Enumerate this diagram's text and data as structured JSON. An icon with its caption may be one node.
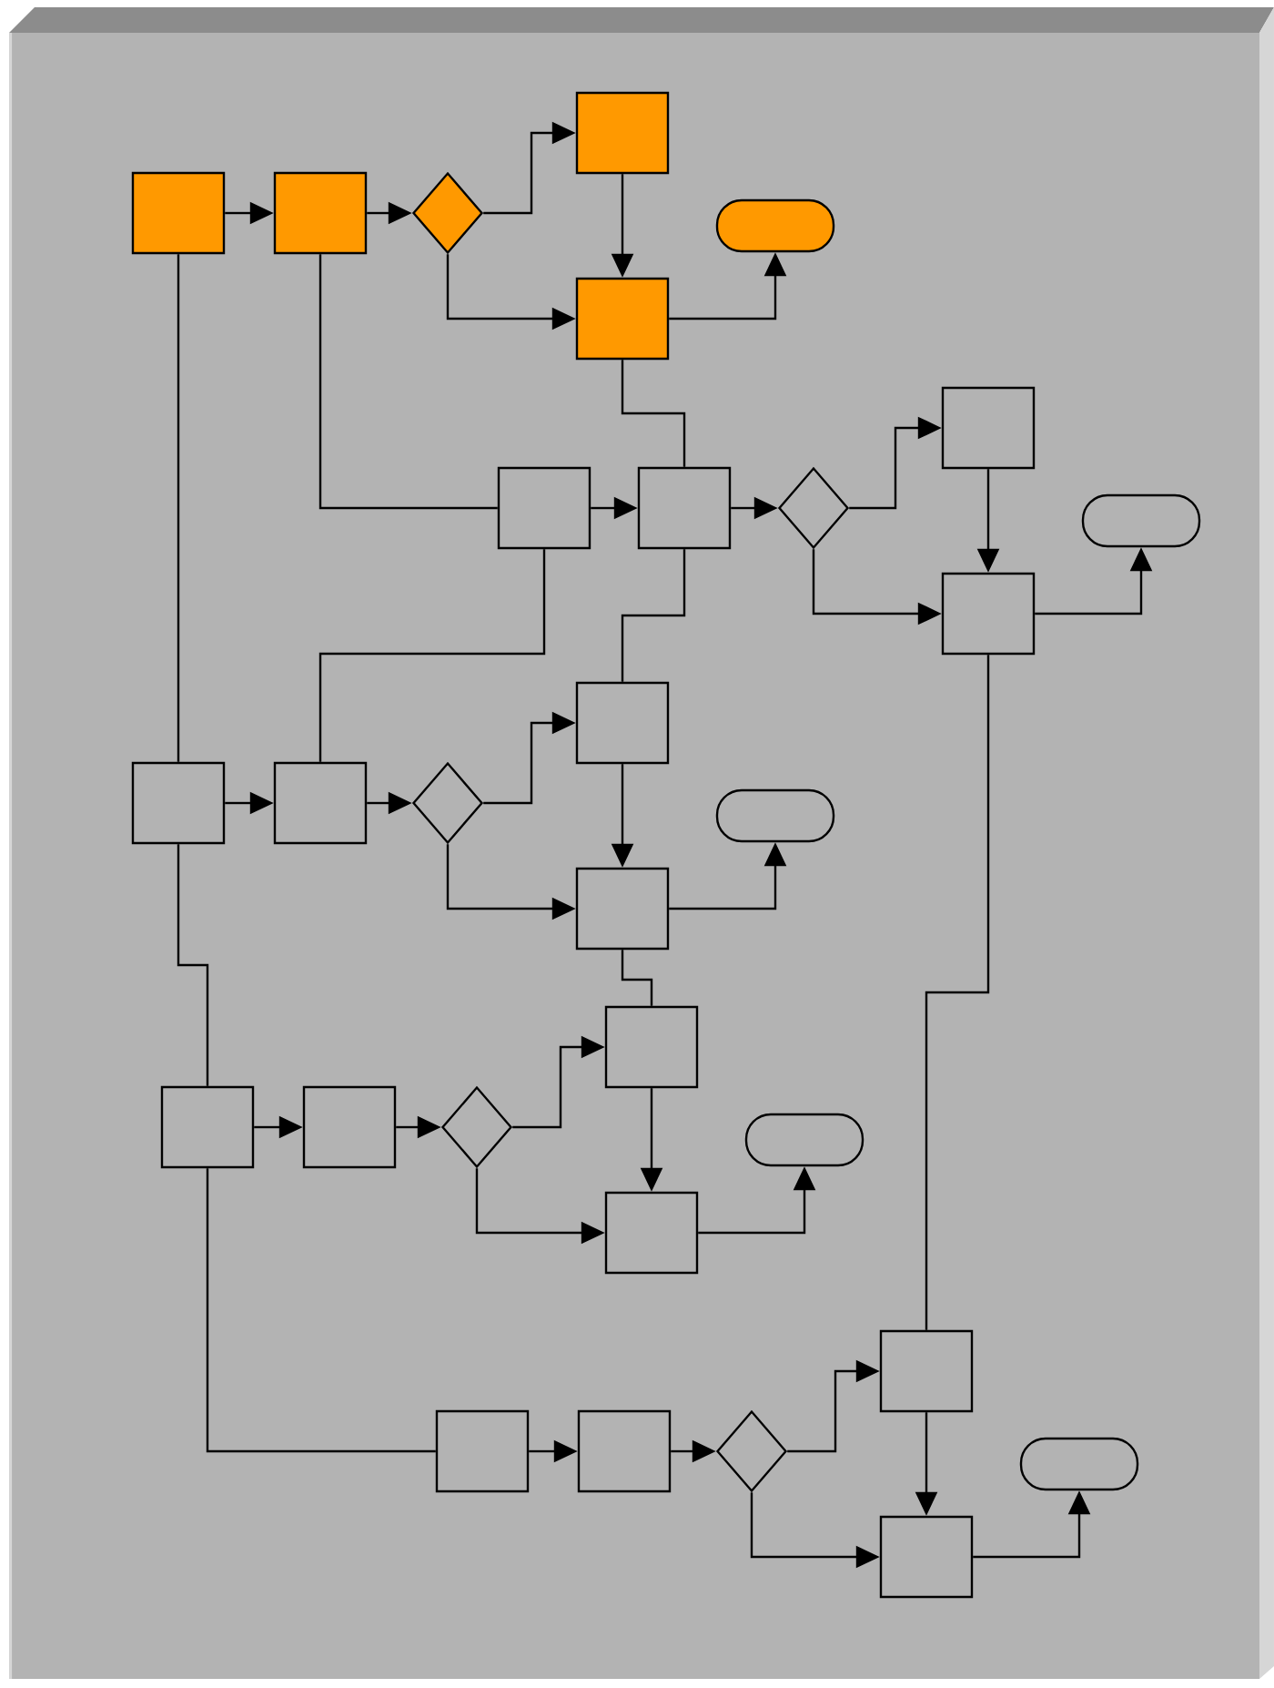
{
  "diagram": {
    "nodes": [
      {
        "text": [],
        "shape": "box"
      },
      {
        "text": [],
        "shape": "box"
      },
      {
        "text": [],
        "shape": "diamond"
      },
      {
        "text": [],
        "shape": "box"
      },
      {
        "text": [],
        "shape": "box"
      },
      {
        "text": [],
        "shape": "pill"
      },
      {
        "text": [],
        "shape": "box"
      },
      {
        "text": [],
        "shape": "box"
      },
      {
        "text": [],
        "shape": "diamond"
      },
      {
        "text": [],
        "shape": "box"
      },
      {
        "text": [],
        "shape": "box"
      },
      {
        "text": [],
        "shape": "pill"
      },
      {
        "text": [],
        "shape": "box"
      },
      {
        "text": [],
        "shape": "box"
      },
      {
        "text": [],
        "shape": "diamond"
      },
      {
        "text": [],
        "shape": "box"
      },
      {
        "text": [],
        "shape": "box"
      },
      {
        "text": [],
        "shape": "pill"
      },
      {
        "text": [],
        "shape": "box"
      },
      {
        "text": [],
        "shape": "box"
      },
      {
        "text": [],
        "shape": "diamond"
      },
      {
        "text": [],
        "shape": "box"
      },
      {
        "text": [],
        "shape": "box"
      },
      {
        "text": [],
        "shape": "pill"
      },
      {
        "text": [],
        "shape": "box"
      },
      {
        "text": [],
        "shape": "box"
      },
      {
        "text": [],
        "shape": "diamond"
      },
      {
        "text": [],
        "shape": "box"
      },
      {
        "text": [],
        "shape": "box"
      },
      {
        "text": [],
        "shape": "pill"
      }
    ],
    "edges": [
      {
        "from": 0,
        "to": 1,
        "arrow": "to"
      },
      {
        "from": 1,
        "to": 2,
        "arrow": "to"
      },
      {
        "from": 2,
        "to": 3,
        "arrow": "to"
      },
      {
        "from": 2,
        "to": 4,
        "arrow": "to"
      },
      {
        "from": 3,
        "to": 4,
        "arrow": "to"
      },
      {
        "from": 4,
        "to": 5,
        "arrow": "to"
      },
      {
        "from": 4,
        "to": 7,
        "arrow": "none"
      },
      {
        "from": 1,
        "to": 6,
        "arrow": "none"
      },
      {
        "from": 6,
        "to": 7,
        "arrow": "to"
      },
      {
        "from": 7,
        "to": 8,
        "arrow": "to"
      },
      {
        "from": 8,
        "to": 9,
        "arrow": "to"
      },
      {
        "from": 8,
        "to": 10,
        "arrow": "to"
      },
      {
        "from": 9,
        "to": 10,
        "arrow": "to"
      },
      {
        "from": 10,
        "to": 11,
        "arrow": "to"
      },
      {
        "from": 0,
        "to": 12,
        "arrow": "none"
      },
      {
        "from": 6,
        "to": 13,
        "arrow": "none"
      },
      {
        "from": 12,
        "to": 13,
        "arrow": "to"
      },
      {
        "from": 13,
        "to": 14,
        "arrow": "to"
      },
      {
        "from": 14,
        "to": 15,
        "arrow": "to"
      },
      {
        "from": 14,
        "to": 16,
        "arrow": "to"
      },
      {
        "from": 15,
        "to": 16,
        "arrow": "to"
      },
      {
        "from": 16,
        "to": 17,
        "arrow": "to"
      },
      {
        "from": 7,
        "to": 15,
        "arrow": "none"
      },
      {
        "from": 12,
        "to": 18,
        "arrow": "none"
      },
      {
        "from": 16,
        "to": 21,
        "arrow": "none"
      },
      {
        "from": 18,
        "to": 19,
        "arrow": "to"
      },
      {
        "from": 19,
        "to": 20,
        "arrow": "to"
      },
      {
        "from": 20,
        "to": 21,
        "arrow": "to"
      },
      {
        "from": 20,
        "to": 22,
        "arrow": "to"
      },
      {
        "from": 21,
        "to": 22,
        "arrow": "to"
      },
      {
        "from": 22,
        "to": 23,
        "arrow": "to"
      },
      {
        "from": 18,
        "to": 24,
        "arrow": "none"
      },
      {
        "from": 24,
        "to": 25,
        "arrow": "to"
      },
      {
        "from": 25,
        "to": 26,
        "arrow": "to"
      },
      {
        "from": 26,
        "to": 27,
        "arrow": "to"
      },
      {
        "from": 26,
        "to": 28,
        "arrow": "to"
      },
      {
        "from": 27,
        "to": 28,
        "arrow": "to"
      },
      {
        "from": 28,
        "to": 29,
        "arrow": "to"
      },
      {
        "from": 10,
        "to": 27,
        "arrow": "none"
      }
    ]
  }
}
